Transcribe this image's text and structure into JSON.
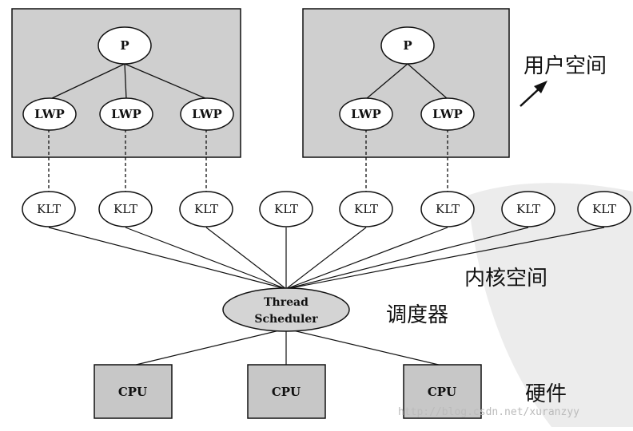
{
  "colors": {
    "user_box_fill": "#cfcfcf",
    "cpu_fill": "#c7c7c7",
    "node_fill": "#ffffff",
    "scheduler_fill": "#d4d4d4",
    "stroke": "#111111",
    "watermark_blob": "#ececec"
  },
  "nodes": {
    "p": "P",
    "lwp": "LWP",
    "klt": "KLT",
    "cpu": "CPU",
    "scheduler_line1": "Thread",
    "scheduler_line2": "Scheduler"
  },
  "labels": {
    "user_space": "用户空间",
    "kernel_space": "内核空间",
    "scheduler": "调度器",
    "hardware": "硬件"
  },
  "watermark": "http://blog.csdn.net/xuranzyy"
}
